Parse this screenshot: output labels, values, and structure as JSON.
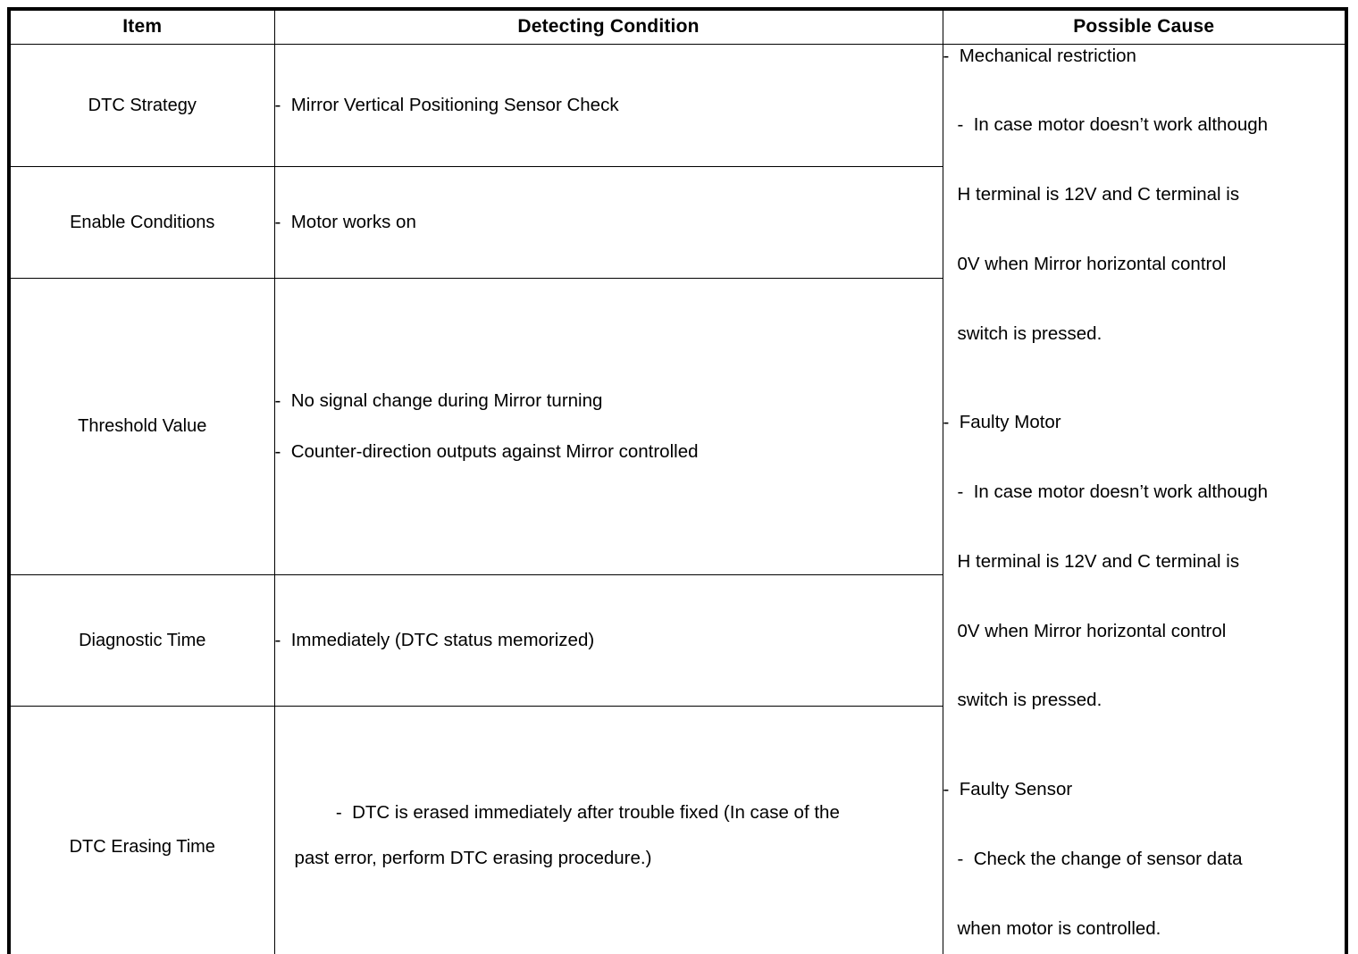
{
  "table": {
    "headers": [
      {
        "label": "Item"
      },
      {
        "label": "Detecting Condition"
      },
      {
        "label": "Possible Cause"
      }
    ],
    "rows": [
      {
        "item": "DTC Strategy",
        "condition_lines": [
          "-  Mirror Vertical Positioning Sensor Check"
        ]
      },
      {
        "item": "Enable Conditions",
        "condition_lines": [
          "-  Motor works on"
        ]
      },
      {
        "item": "Threshold Value",
        "condition_lines": [
          "-  No signal change during Mirror turning",
          "-  Counter-direction outputs against Mirror controlled"
        ]
      },
      {
        "item": "Diagnostic Time",
        "condition_lines": [
          "-  Immediately (DTC status memorized)"
        ]
      },
      {
        "item": "DTC Erasing Time",
        "condition_lines_wrapped": {
          "first": "-  DTC is erased immediately after trouble fixed (In case of the",
          "second": "past error, perform DTC erasing procedure.)"
        }
      }
    ],
    "possible_cause_blocks": [
      {
        "heading": "-  Mechanical restriction",
        "detail_first": "-  In case motor doesn’t work although",
        "detail_rest": [
          "H terminal is 12V and C terminal is",
          "0V when Mirror horizontal control",
          "switch is pressed."
        ]
      },
      {
        "heading": "-  Faulty Motor",
        "detail_first": "-  In case motor doesn’t work although",
        "detail_rest": [
          "H terminal is 12V and C terminal is",
          "0V when Mirror horizontal control",
          "switch is pressed."
        ]
      },
      {
        "heading": "-  Faulty Sensor",
        "detail_first": "-  Check the change of sensor data",
        "detail_rest": [
          "when motor is controlled."
        ]
      }
    ]
  },
  "colors": {
    "border": "#000000",
    "text": "#000000",
    "background": "#ffffff"
  }
}
